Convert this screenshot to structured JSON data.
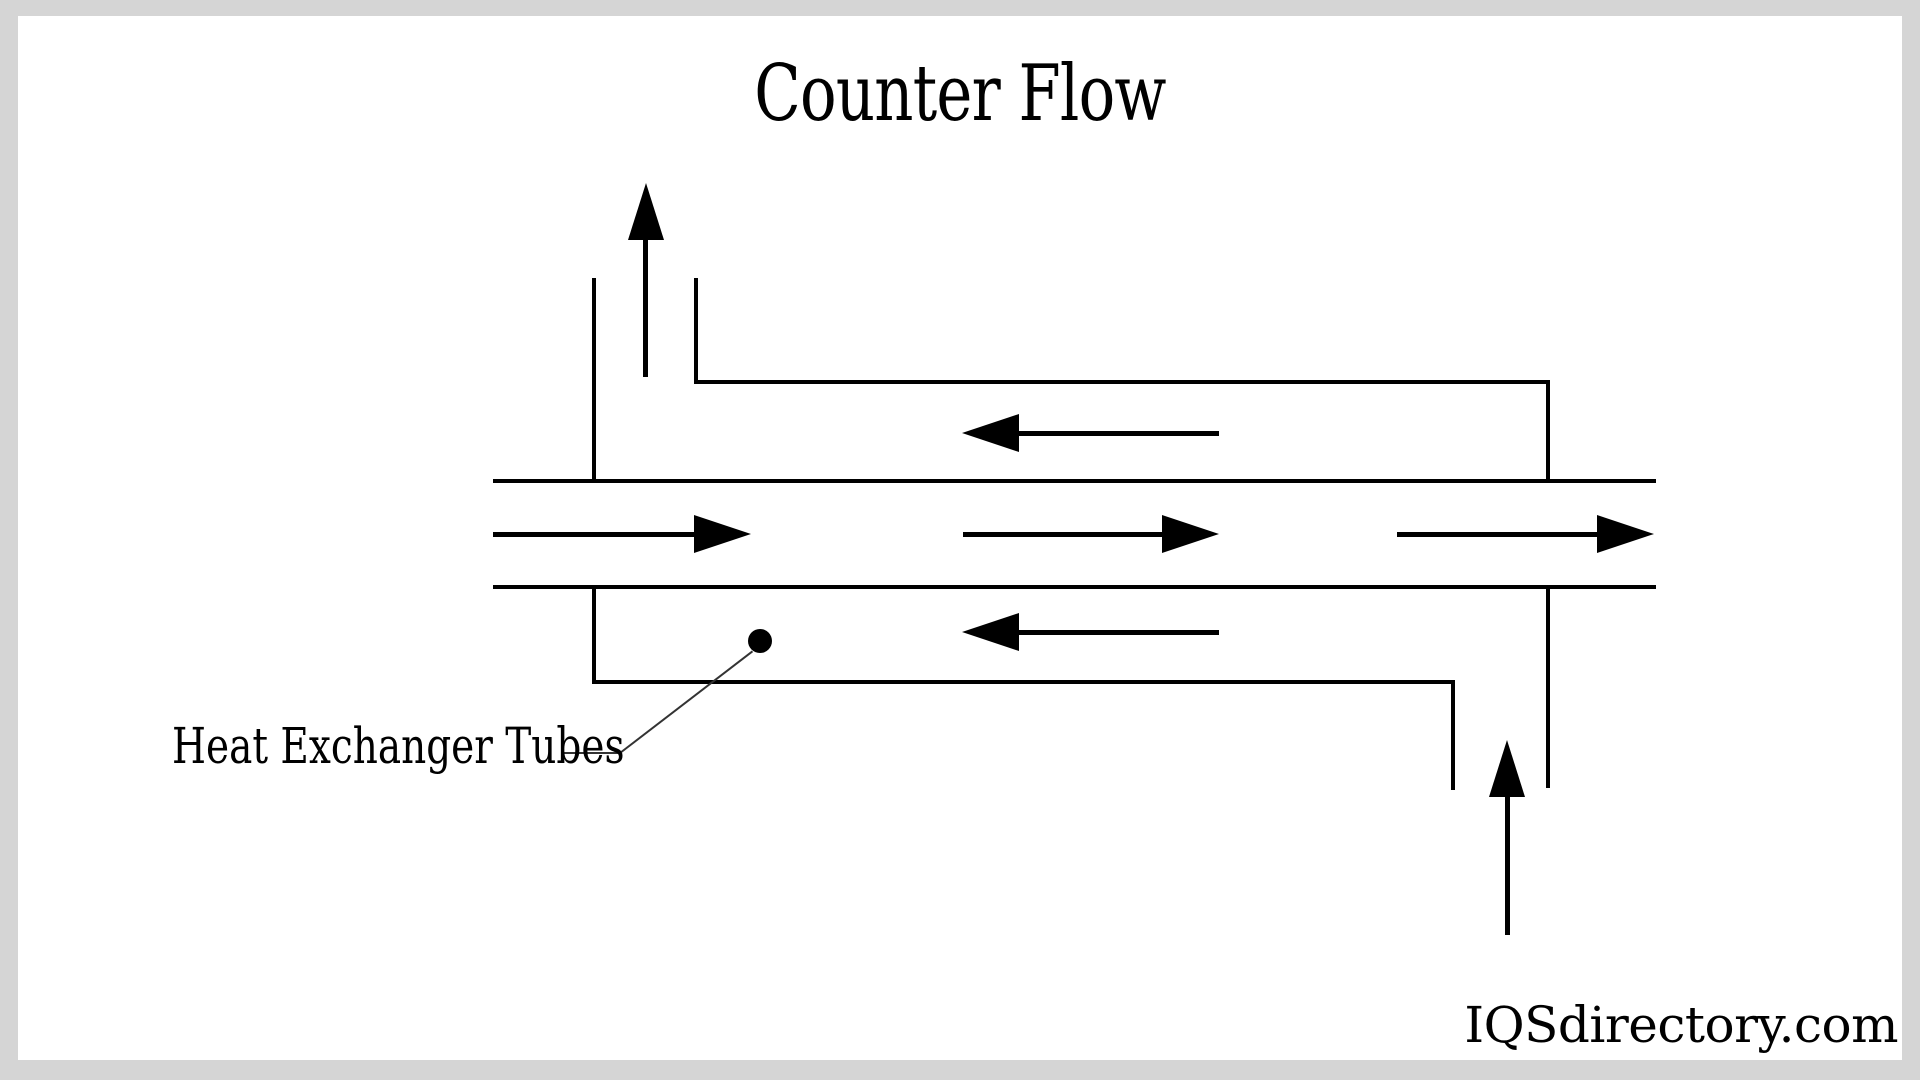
{
  "colors": {
    "frame": "#d5d5d5",
    "canvas": "#ffffff",
    "ink": "#000000",
    "leader": "#333333"
  },
  "title": "Counter Flow",
  "callout": {
    "label": "Heat Exchanger Tubes"
  },
  "watermark": "IQSdirectory.com",
  "flows": {
    "inner_tube": {
      "direction": "right",
      "arrows": 3
    },
    "shell": {
      "direction": "left",
      "arrows": 2
    },
    "outlet_pipe": {
      "position": "top-left",
      "direction": "up"
    },
    "inlet_pipe": {
      "position": "bottom-right",
      "direction": "up"
    }
  }
}
